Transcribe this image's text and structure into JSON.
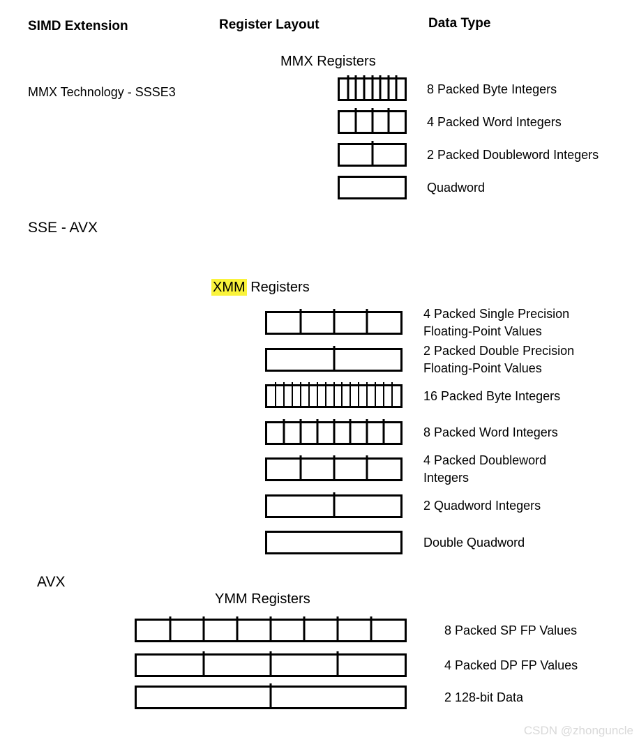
{
  "headers": {
    "simd_extension": "SIMD Extension",
    "register_layout": "Register Layout",
    "data_type": "Data Type"
  },
  "colors": {
    "ink": "#000000",
    "highlight": "#faf33b",
    "watermark": "#d9d9d9"
  },
  "sections": [
    {
      "extension_label": "MMX Technology - SSSE3",
      "register_group_highlight": "",
      "register_group_rest": "MMX Registers",
      "rows": [
        {
          "cells": 8,
          "label_lines": [
            "8 Packed Byte Integers"
          ]
        },
        {
          "cells": 4,
          "label_lines": [
            "4 Packed Word Integers"
          ]
        },
        {
          "cells": 2,
          "label_lines": [
            "2 Packed Doubleword Integers"
          ]
        },
        {
          "cells": 1,
          "label_lines": [
            "Quadword"
          ]
        }
      ]
    },
    {
      "extension_label": "SSE - AVX",
      "register_group_highlight": "XMM",
      "register_group_rest": " Registers",
      "rows": [
        {
          "cells": 4,
          "label_lines": [
            "4 Packed Single Precision",
            "Floating-Point Values"
          ]
        },
        {
          "cells": 2,
          "label_lines": [
            "2 Packed Double Precision",
            "Floating-Point Values"
          ]
        },
        {
          "cells": 16,
          "label_lines": [
            "16 Packed Byte Integers"
          ]
        },
        {
          "cells": 8,
          "label_lines": [
            "8 Packed Word Integers"
          ]
        },
        {
          "cells": 4,
          "label_lines": [
            "4 Packed Doubleword",
            "Integers"
          ]
        },
        {
          "cells": 2,
          "label_lines": [
            "2 Quadword Integers"
          ]
        },
        {
          "cells": 1,
          "label_lines": [
            "Double Quadword"
          ]
        }
      ]
    },
    {
      "extension_label": "AVX",
      "register_group_highlight": "",
      "register_group_rest": "YMM Registers",
      "rows": [
        {
          "cells": 8,
          "label_lines": [
            "8 Packed SP FP Values"
          ]
        },
        {
          "cells": 4,
          "label_lines": [
            "4 Packed DP FP Values"
          ]
        },
        {
          "cells": 2,
          "label_lines": [
            "2 128-bit Data"
          ]
        }
      ]
    }
  ],
  "watermark": "CSDN @zhonguncle"
}
